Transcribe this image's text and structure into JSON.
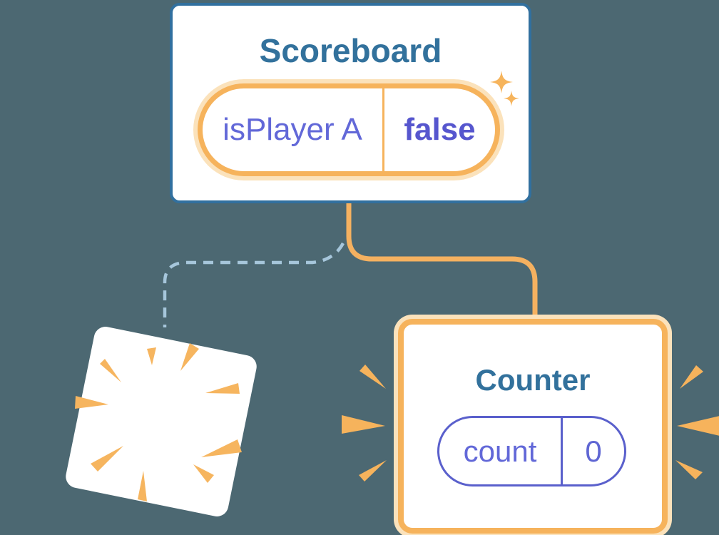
{
  "diagram": {
    "scoreboard": {
      "title": "Scoreboard",
      "state": {
        "label": "isPlayer A",
        "value": "false"
      }
    },
    "counter": {
      "title": "Counter",
      "state": {
        "label": "count",
        "value": "0"
      }
    },
    "edges": {
      "kept_edge_style": "solid orange",
      "removed_edge_style": "dashed blue"
    },
    "icons": [
      "sparkle-icon",
      "poof-rays-icon",
      "emphasis-burst-icon"
    ],
    "colors": {
      "background": "#4C6872",
      "card_fill": "#FFFFFF",
      "card_border_blue": "#31709F",
      "title_text_blue": "#32719C",
      "state_label_purple": "#6268D8",
      "state_value_purple": "#5656CE",
      "counter_pill_purple": "#5A60CC",
      "highlight_orange": "#F6B35C",
      "highlight_orange_pale": "#FBE2BB",
      "edge_orange": "#F5B160",
      "edge_dashed_blue": "#A6C6DB",
      "burst_orange": "#F6B55F"
    }
  }
}
